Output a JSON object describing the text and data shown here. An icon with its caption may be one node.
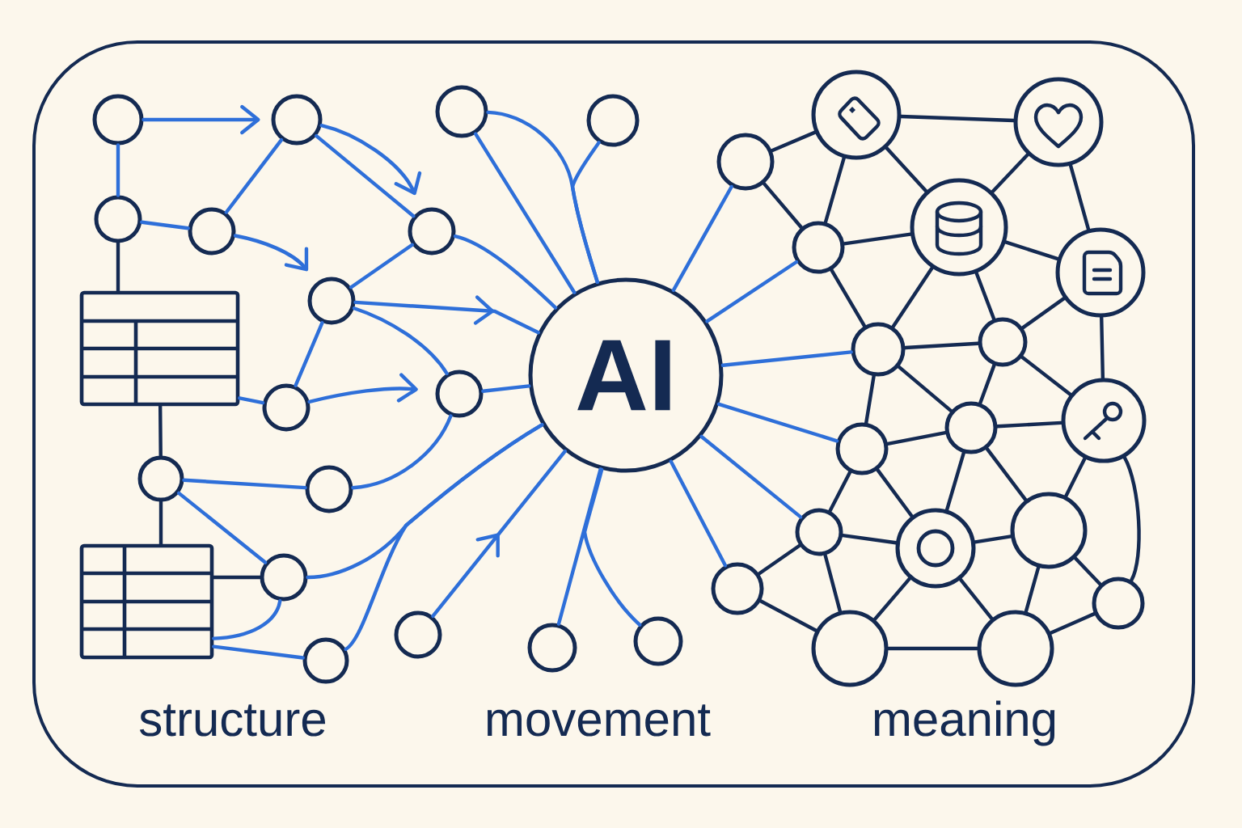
{
  "diagram": {
    "nodes": [
      {
        "text": [],
        "shape": "circle"
      },
      {
        "text": [],
        "shape": "circle"
      },
      {
        "text": [],
        "shape": "circle"
      },
      {
        "text": [],
        "shape": "circle"
      },
      {
        "text": [],
        "shape": "circle"
      },
      {
        "text": [],
        "shape": "circle"
      },
      {
        "text": [],
        "shape": "table"
      },
      {
        "text": [],
        "shape": "circle"
      },
      {
        "text": [],
        "shape": "circle"
      },
      {
        "text": [],
        "shape": "circle"
      },
      {
        "text": [],
        "shape": "circle"
      },
      {
        "text": [],
        "shape": "table"
      },
      {
        "text": [],
        "shape": "circle"
      },
      {
        "text": [],
        "shape": "circle"
      },
      {
        "text": [],
        "shape": "circle"
      },
      {
        "text": [],
        "shape": "circle"
      },
      {
        "text": [],
        "shape": "circle"
      },
      {
        "text": [
          "AI"
        ]
      },
      {
        "text": [],
        "shape": "circle"
      },
      {
        "text": [],
        "shape": "circle"
      },
      {
        "text": [],
        "shape": "circle"
      },
      {
        "text": [],
        "shape": "circle"
      },
      {
        "text": [],
        "shape": "circle"
      },
      {
        "text": [],
        "shape": "circle"
      },
      {
        "text": [],
        "shape": "circle"
      },
      {
        "text": [],
        "shape": "circle"
      },
      {
        "text": [],
        "shape": "circle"
      },
      {
        "text": [],
        "shape": "circle"
      },
      {
        "text": [],
        "shape": "circle"
      },
      {
        "text": [],
        "shape": "circle"
      },
      {
        "text": [],
        "shape": "circle"
      },
      {
        "text": [],
        "shape": "circle"
      },
      {
        "text": [],
        "shape": "circle"
      },
      {
        "text": [],
        "shape": "circle"
      },
      {
        "text": [],
        "shape": "circle"
      },
      {
        "text": [],
        "shape": "circle"
      },
      {
        "text": [],
        "shape": "circle"
      },
      {
        "text": [],
        "shape": "circle"
      }
    ],
    "edges": [
      {
        "from": 0,
        "to": 1,
        "arrow": "to",
        "color": "#2e6fd9"
      },
      {
        "from": 0,
        "to": 2,
        "arrow": "none",
        "color": "#2e6fd9"
      },
      {
        "from": 2,
        "to": 3,
        "arrow": "none",
        "color": "#2e6fd9"
      },
      {
        "from": 2,
        "to": 6,
        "arrow": "none"
      },
      {
        "from": 3,
        "to": 1,
        "arrow": "none",
        "color": "#2e6fd9"
      },
      {
        "from": 3,
        "to": 5,
        "arrow": "to",
        "color": "#2e6fd9"
      },
      {
        "from": 1,
        "to": 4,
        "arrow": "to",
        "color": "#2e6fd9"
      },
      {
        "from": 1,
        "to": 4,
        "arrow": "none",
        "color": "#2e6fd9"
      },
      {
        "from": 5,
        "to": 4,
        "arrow": "none",
        "color": "#2e6fd9"
      },
      {
        "from": 5,
        "to": 17,
        "arrow": "to",
        "color": "#2e6fd9"
      },
      {
        "from": 5,
        "to": 8,
        "arrow": "none",
        "color": "#2e6fd9"
      },
      {
        "from": 4,
        "to": 17,
        "arrow": "none",
        "color": "#2e6fd9"
      },
      {
        "from": 7,
        "to": 5,
        "arrow": "none",
        "color": "#2e6fd9"
      },
      {
        "from": 6,
        "to": 7,
        "arrow": "none",
        "color": "#2e6fd9"
      },
      {
        "from": 7,
        "to": 8,
        "arrow": "to",
        "color": "#2e6fd9"
      },
      {
        "from": 8,
        "to": 17,
        "arrow": "none",
        "color": "#2e6fd9"
      },
      {
        "from": 6,
        "to": 9,
        "arrow": "none"
      },
      {
        "from": 9,
        "to": 10,
        "arrow": "none",
        "color": "#2e6fd9"
      },
      {
        "from": 9,
        "to": 12,
        "arrow": "none",
        "color": "#2e6fd9"
      },
      {
        "from": 9,
        "to": 11,
        "arrow": "none"
      },
      {
        "from": 11,
        "to": 12,
        "arrow": "none"
      },
      {
        "from": 11,
        "to": 12,
        "arrow": "none",
        "color": "#2e6fd9"
      },
      {
        "from": 11,
        "to": 13,
        "arrow": "none",
        "color": "#2e6fd9"
      },
      {
        "from": 10,
        "to": 8,
        "arrow": "none",
        "color": "#2e6fd9"
      },
      {
        "from": 12,
        "to": 17,
        "arrow": "none",
        "color": "#2e6fd9"
      },
      {
        "from": 13,
        "to": 17,
        "arrow": "none",
        "color": "#2e6fd9"
      },
      {
        "from": 14,
        "to": 17,
        "arrow": "to",
        "color": "#2e6fd9"
      },
      {
        "from": 15,
        "to": 17,
        "arrow": "none",
        "color": "#2e6fd9"
      },
      {
        "from": 15,
        "to": 17,
        "arrow": "none",
        "color": "#2e6fd9"
      },
      {
        "from": 16,
        "to": 17,
        "arrow": "none",
        "color": "#2e6fd9"
      },
      {
        "from": 18,
        "to": 17,
        "arrow": "none",
        "color": "#2e6fd9"
      },
      {
        "from": 19,
        "to": 17,
        "arrow": "none",
        "color": "#2e6fd9"
      },
      {
        "from": 17,
        "to": 20,
        "arrow": "none",
        "color": "#2e6fd9"
      },
      {
        "from": 17,
        "to": 23,
        "arrow": "none",
        "color": "#2e6fd9"
      },
      {
        "from": 17,
        "to": 26,
        "arrow": "none",
        "color": "#2e6fd9"
      },
      {
        "from": 17,
        "to": 30,
        "arrow": "none",
        "color": "#2e6fd9"
      },
      {
        "from": 17,
        "to": 31,
        "arrow": "none",
        "color": "#2e6fd9"
      },
      {
        "from": 17,
        "to": 34,
        "arrow": "none",
        "color": "#2e6fd9"
      },
      {
        "from": 20,
        "to": 21,
        "arrow": "none"
      },
      {
        "from": 20,
        "to": 23,
        "arrow": "none"
      },
      {
        "from": 21,
        "to": 22,
        "arrow": "none"
      },
      {
        "from": 21,
        "to": 23,
        "arrow": "none"
      },
      {
        "from": 21,
        "to": 24,
        "arrow": "none"
      },
      {
        "from": 22,
        "to": 24,
        "arrow": "none"
      },
      {
        "from": 22,
        "to": 25,
        "arrow": "none"
      },
      {
        "from": 23,
        "to": 24,
        "arrow": "none"
      },
      {
        "from": 23,
        "to": 26,
        "arrow": "none"
      },
      {
        "from": 24,
        "to": 26,
        "arrow": "none"
      },
      {
        "from": 24,
        "to": 27,
        "arrow": "none"
      },
      {
        "from": 24,
        "to": 25,
        "arrow": "none"
      },
      {
        "from": 25,
        "to": 27,
        "arrow": "none"
      },
      {
        "from": 25,
        "to": 28,
        "arrow": "none"
      },
      {
        "from": 26,
        "to": 27,
        "arrow": "none"
      },
      {
        "from": 26,
        "to": 30,
        "arrow": "none"
      },
      {
        "from": 26,
        "to": 29,
        "arrow": "none"
      },
      {
        "from": 27,
        "to": 29,
        "arrow": "none"
      },
      {
        "from": 27,
        "to": 28,
        "arrow": "none"
      },
      {
        "from": 30,
        "to": 29,
        "arrow": "none"
      },
      {
        "from": 30,
        "to": 31,
        "arrow": "none"
      },
      {
        "from": 30,
        "to": 32,
        "arrow": "none"
      },
      {
        "from": 29,
        "to": 28,
        "arrow": "none"
      },
      {
        "from": 29,
        "to": 32,
        "arrow": "none"
      },
      {
        "from": 29,
        "to": 33,
        "arrow": "none"
      },
      {
        "from": 28,
        "to": 33,
        "arrow": "none"
      },
      {
        "from": 28,
        "to": 35,
        "arrow": "none"
      },
      {
        "from": 31,
        "to": 32,
        "arrow": "none"
      },
      {
        "from": 31,
        "to": 34,
        "arrow": "none"
      },
      {
        "from": 31,
        "to": 36,
        "arrow": "none"
      },
      {
        "from": 32,
        "to": 33,
        "arrow": "none"
      },
      {
        "from": 32,
        "to": 36,
        "arrow": "none"
      },
      {
        "from": 32,
        "to": 37,
        "arrow": "none"
      },
      {
        "from": 33,
        "to": 37,
        "arrow": "none"
      },
      {
        "from": 33,
        "to": 35,
        "arrow": "none"
      },
      {
        "from": 34,
        "to": 36,
        "arrow": "none"
      },
      {
        "from": 36,
        "to": 37,
        "arrow": "none"
      },
      {
        "from": 37,
        "to": 35,
        "arrow": "none"
      }
    ],
    "labels": [
      "structure",
      "movement",
      "meaning"
    ]
  }
}
